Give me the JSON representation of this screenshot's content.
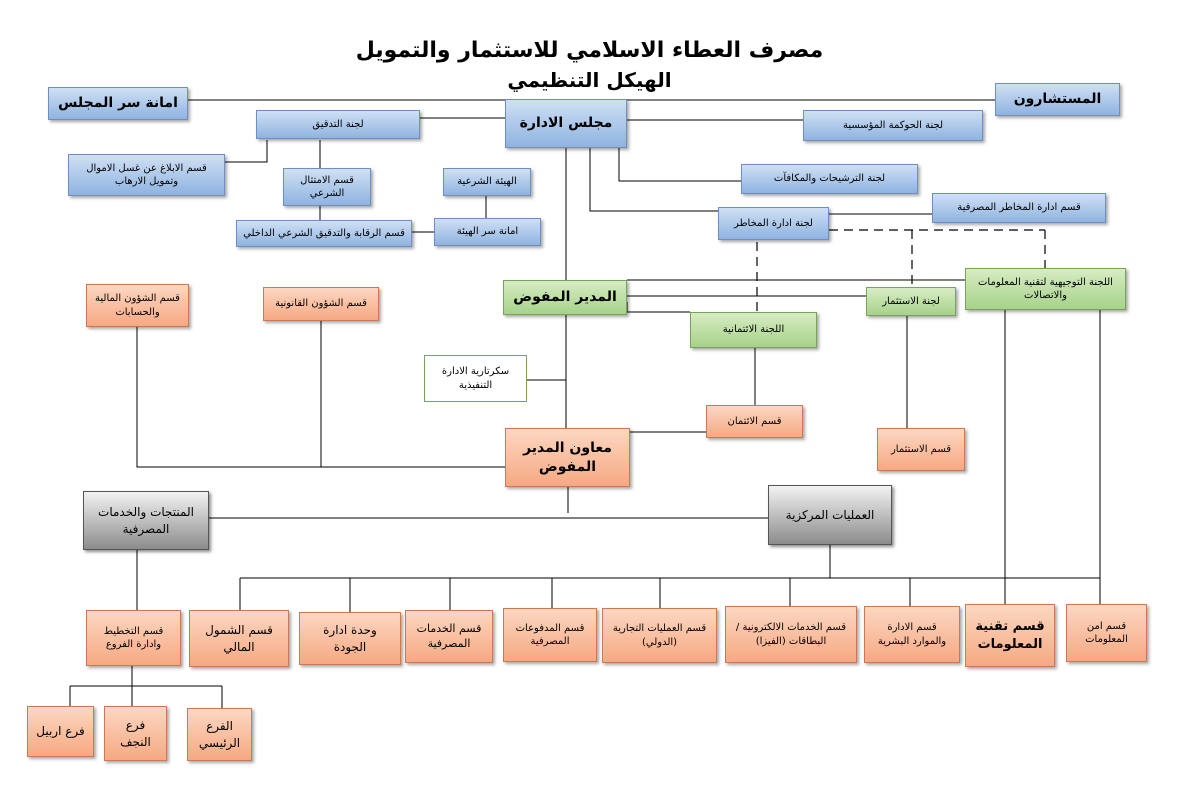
{
  "title": "مصرف العطاء الاسلامي للاستثمار والتمويل",
  "subtitle": "الهيكل التنظيمي",
  "nodes": {
    "board_secretariat": "امانة سر المجلس",
    "advisors": "المستشارون",
    "board": "مجلس الادارة",
    "audit_committee": "لجنة التدقيق",
    "governance_committee": "لجنة الحوكمة المؤسسية",
    "aml_dept": "قسم الابلاغ عن غسل الاموال وتمويل الارهاب",
    "sharia_compliance": "قسم الامتثال الشرعي",
    "sharia_board": "الهيئة الشرعية",
    "nomination_committee": "لجنة الترشيحات والمكافآت",
    "risk_dept": "قسم ادارة المخاطر المصرفية",
    "risk_committee": "لجنة ادارة المخاطر",
    "sharia_secretariat": "امانة سر الهيئة",
    "internal_audit": "قسم الرقابة والتدقيق الشرعي الداخلي",
    "it_steering_committee": "اللجنة التوجيهية لتقنية المعلومات والاتصالات",
    "finance_dept": "قسم الشؤون المالية والحسابات",
    "legal_dept": "قسم الشؤون القانونية",
    "ceo": "المدير المفوض",
    "investment_committee": "لجنة الاستثمار",
    "credit_committee": "اللجنة الائتمانية",
    "exec_secretariat": "سكرتارية الادارة التنفيذية",
    "credit_dept": "قسم الائتمان",
    "investment_dept": "قسم الاستثمار",
    "deputy_ceo": "معاون المدير المفوض",
    "products_services": "المنتجات والخدمات المصرفية",
    "central_operations": "العمليات المركزية",
    "planning_branches": "قسم التخطيط وادارة الفروع",
    "financial_inclusion": "قسم الشمول المالي",
    "quality_unit": "وحدة ادارة الجودة",
    "banking_services": "قسم الخدمات المصرفية",
    "payments_dept": "قسم المدفوعات المصرفية",
    "trade_operations": "قسم العمليات التجارية (الدولي)",
    "electronic_services": "قسم الخدمات الالكترونية / البطاقات (الفيزا)",
    "hr_dept": "قسم الادارة والموارد البشرية",
    "it_dept": "قسم تقنية المعلومات",
    "info_security": "قسم امن المعلومات",
    "branch_erbil": "فرع اربيل",
    "branch_najaf": "فرع النجف",
    "branch_main": "الفرع الرئيسي"
  }
}
